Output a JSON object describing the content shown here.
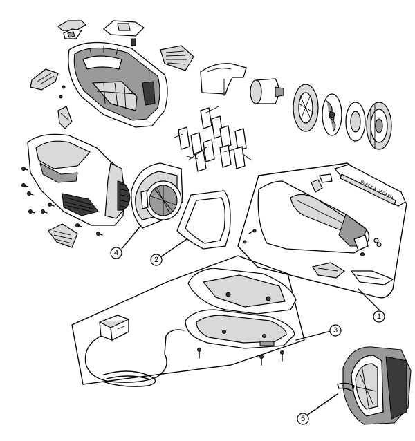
{
  "callouts": [
    {
      "id": "1",
      "label": "1"
    },
    {
      "id": "2",
      "label": "2"
    },
    {
      "id": "3",
      "label": "3"
    },
    {
      "id": "4",
      "label": "4"
    },
    {
      "id": "5",
      "label": "5"
    }
  ],
  "brush_bar_text": "BLACK & DECKER",
  "colors": {
    "line": "#000000",
    "background": "#ffffff",
    "shade_light": "#d9d9d9",
    "shade_mid": "#9a9a9a"
  }
}
